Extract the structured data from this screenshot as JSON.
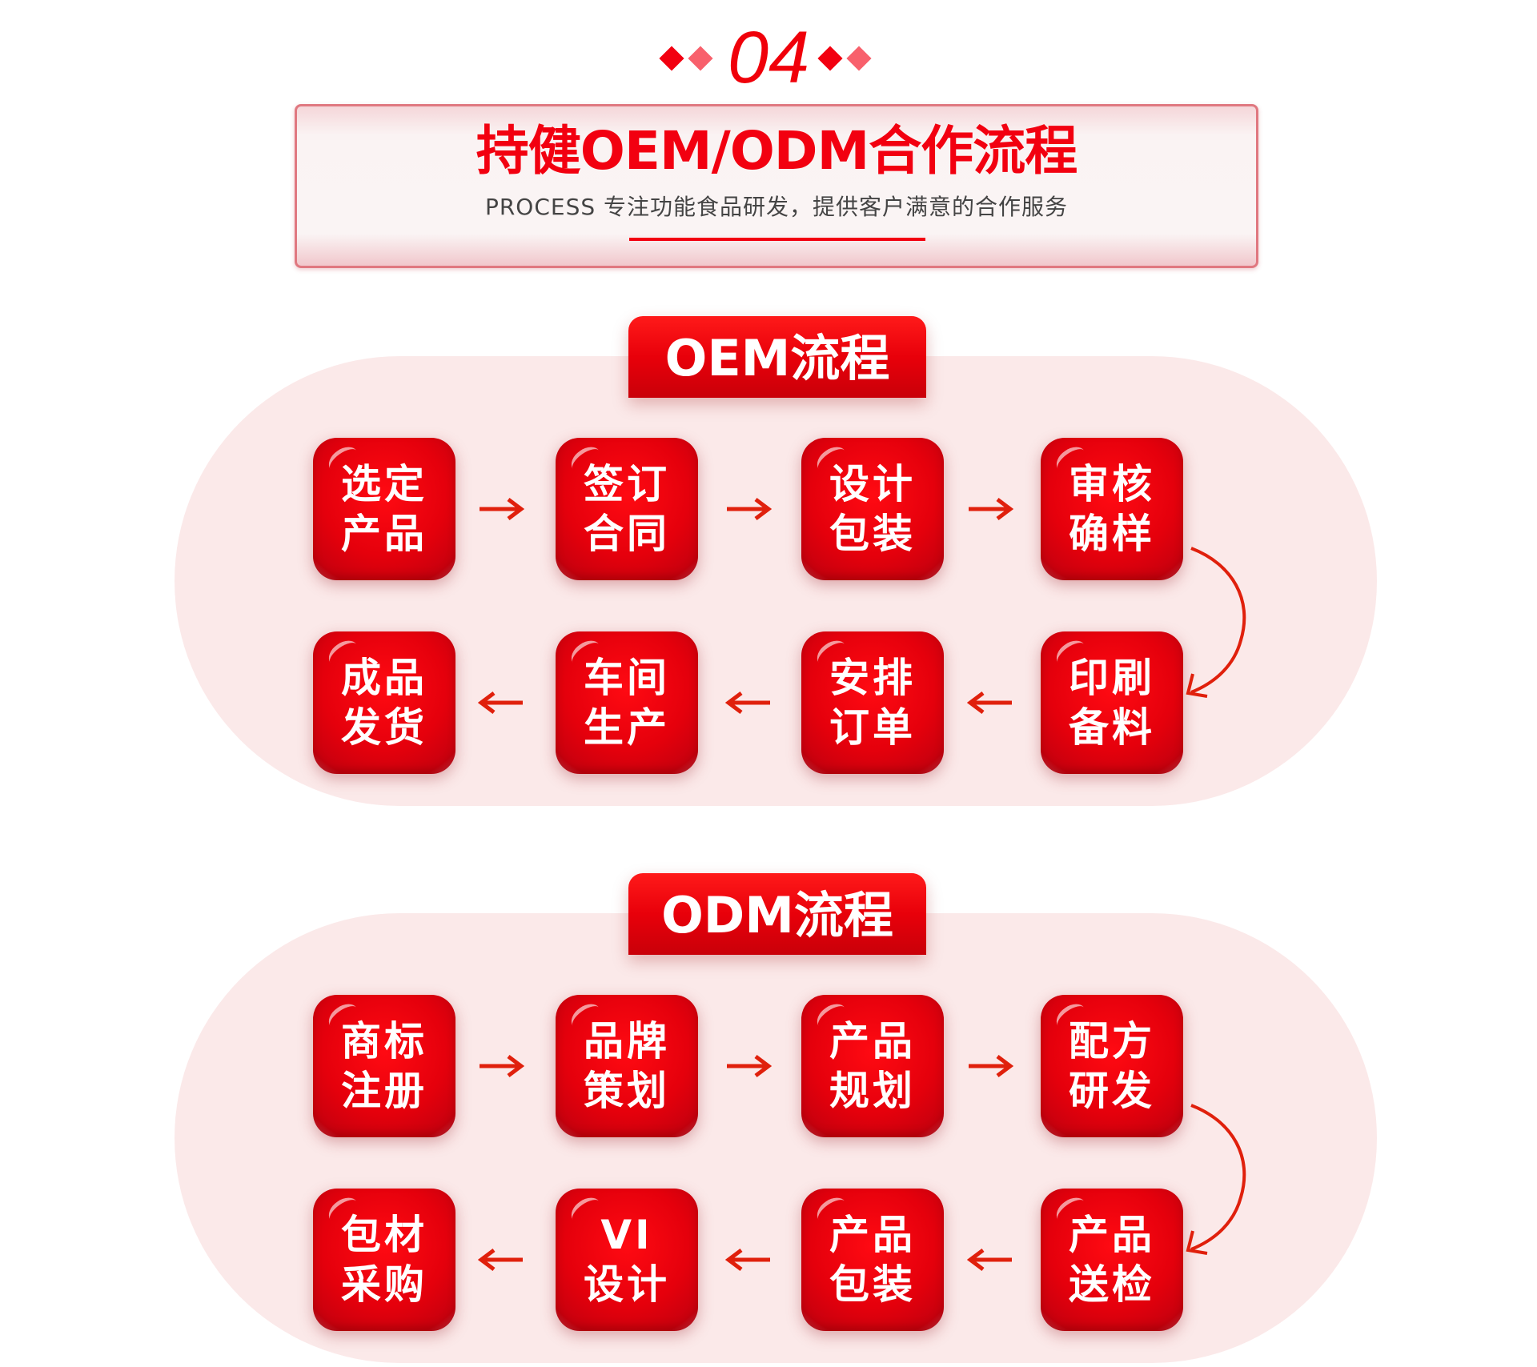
{
  "header": {
    "number": "04",
    "title": "持健OEM/ODM合作流程",
    "subtitle": "PROCESS 专注功能食品研发，提供客户满意的合作服务"
  },
  "colors": {
    "accent": "#f20010",
    "diamond_light": "#f8606c",
    "background": "#fbe9e9"
  },
  "sections": [
    {
      "title": "OEM流程",
      "row1": [
        [
          "选定",
          "产品"
        ],
        [
          "签订",
          "合同"
        ],
        [
          "设计",
          "包装"
        ],
        [
          "审核",
          "确样"
        ]
      ],
      "row2": [
        [
          "成品",
          "发货"
        ],
        [
          "车间",
          "生产"
        ],
        [
          "安排",
          "订单"
        ],
        [
          "印刷",
          "备料"
        ]
      ]
    },
    {
      "title": "ODM流程",
      "row1": [
        [
          "商标",
          "注册"
        ],
        [
          "品牌",
          "策划"
        ],
        [
          "产品",
          "规划"
        ],
        [
          "配方",
          "研发"
        ]
      ],
      "row2": [
        [
          "包材",
          "采购"
        ],
        [
          "VI",
          "设计"
        ],
        [
          "产品",
          "包装"
        ],
        [
          "产品",
          "送检"
        ]
      ]
    }
  ]
}
